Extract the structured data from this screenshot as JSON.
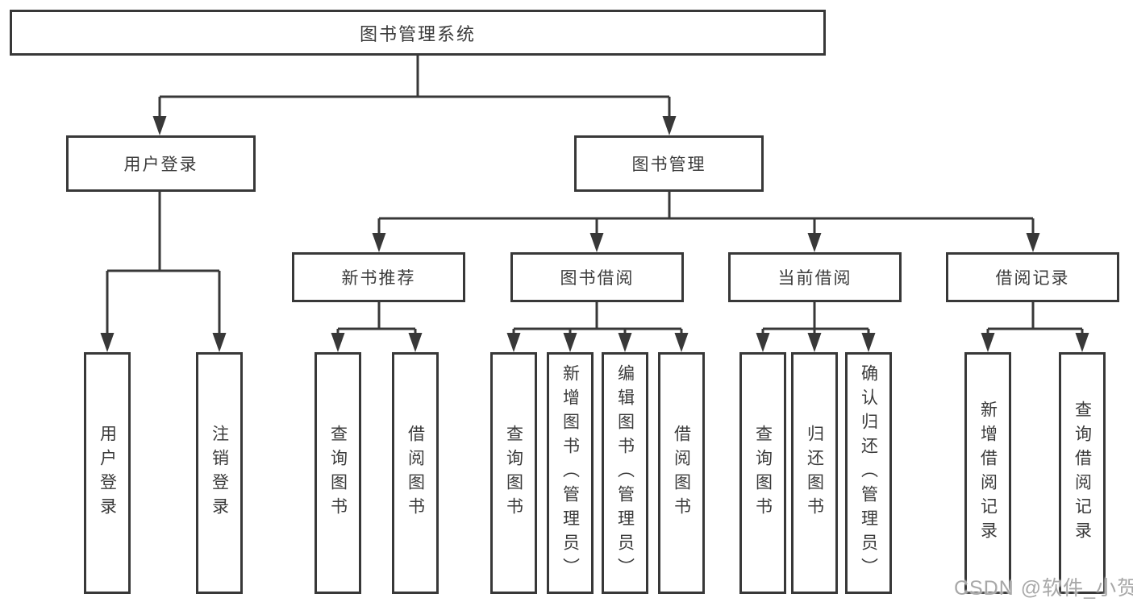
{
  "diagram": {
    "root": {
      "label": "图书管理系统"
    },
    "branches": [
      {
        "label": "用户登录",
        "children": [
          {
            "label": "用户登录"
          },
          {
            "label": "注销登录"
          }
        ]
      },
      {
        "label": "图书管理",
        "children": [
          {
            "label": "新书推荐",
            "children": [
              {
                "label": "查询图书"
              },
              {
                "label": "借阅图书"
              }
            ]
          },
          {
            "label": "图书借阅",
            "children": [
              {
                "label": "查询图书"
              },
              {
                "label": "新增图书（管理员）"
              },
              {
                "label": "编辑图书（管理员）"
              },
              {
                "label": "借阅图书"
              }
            ]
          },
          {
            "label": "当前借阅",
            "children": [
              {
                "label": "查询图书"
              },
              {
                "label": "归还图书"
              },
              {
                "label": "确认归还（管理员）"
              }
            ]
          },
          {
            "label": "借阅记录",
            "children": [
              {
                "label": "新增借阅记录"
              },
              {
                "label": "查询借阅记录"
              }
            ]
          }
        ]
      }
    ]
  },
  "watermark": {
    "text": "CSDN @软件_小贺同学"
  },
  "colors": {
    "line": "#383838",
    "box_border": "#383838",
    "text": "#3b3b3b",
    "watermark": "#a8a8a8",
    "background": "#ffffff"
  }
}
